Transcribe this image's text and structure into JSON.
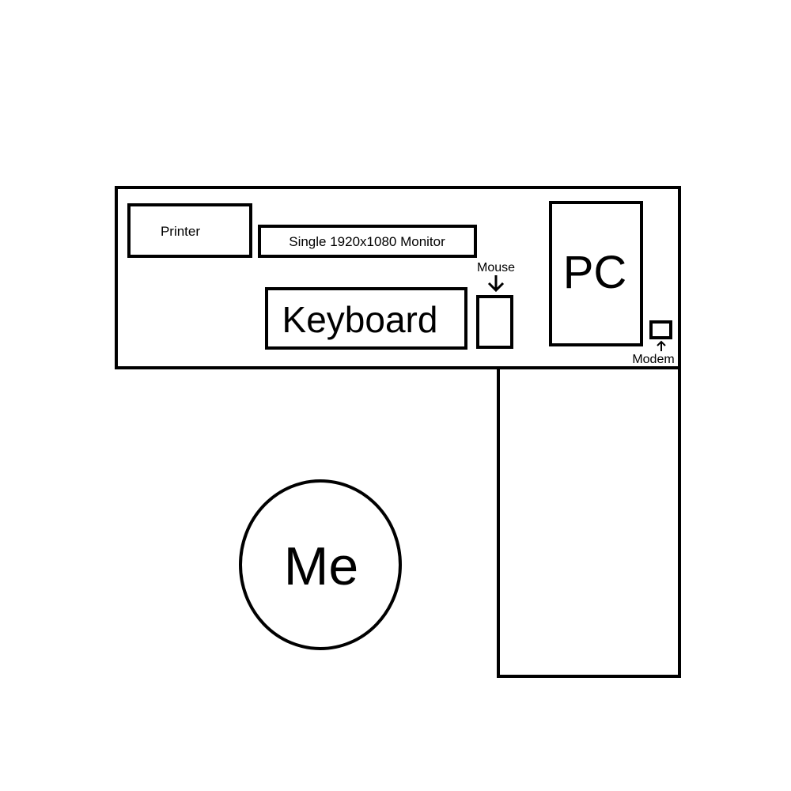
{
  "labels": {
    "printer": "Printer",
    "monitor": "Single 1920x1080 Monitor",
    "mouse": "Mouse",
    "keyboard": "Keyboard",
    "pc": "PC",
    "modem": "Modem",
    "me": "Me"
  },
  "colors": {
    "stroke": "#000000",
    "background": "#ffffff"
  }
}
